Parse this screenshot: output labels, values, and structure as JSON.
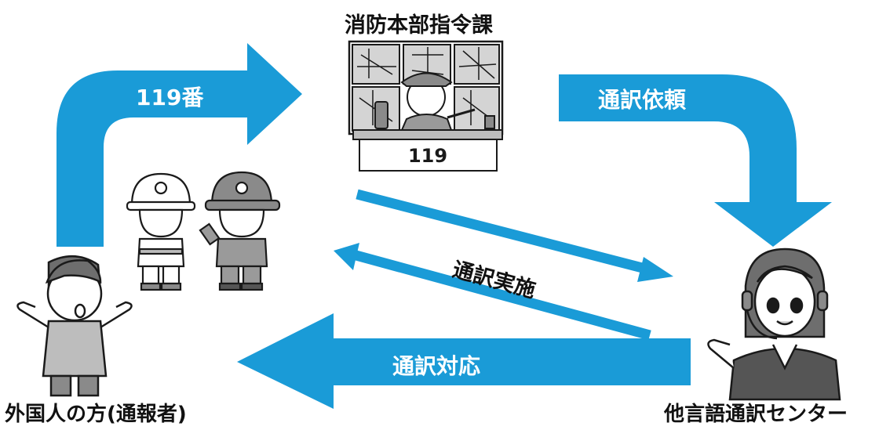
{
  "labels": {
    "dispatch_center": "消防本部指令課",
    "caller": "外国人の方(通報者)",
    "interpretation_center": "他言語通訳センター"
  },
  "arrows": {
    "call_119": "119番",
    "request": "通訳依頼",
    "interpretation": "通訳実施",
    "response": "通訳対応"
  },
  "console_number": "119",
  "colors": {
    "arrow_blue": "#1a9bd7",
    "line_blue": "#1a9bd7",
    "ink": "#1a1a1a"
  },
  "icons": [
    "dispatcher-icon",
    "firefighter-icon",
    "caller-person-icon",
    "operator-headset-icon"
  ]
}
